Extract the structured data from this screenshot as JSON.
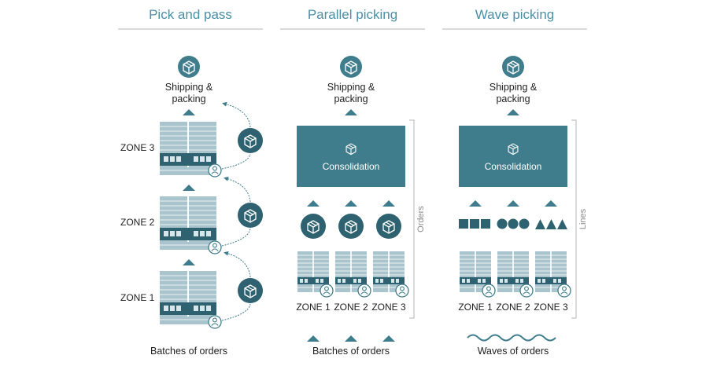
{
  "colors": {
    "accent": "#3f7d8c",
    "dark": "#2f6270",
    "title": "#4a8fa6",
    "rack_light": "#a9c4cc",
    "rule": "#b5b5b5"
  },
  "columns": [
    {
      "title": "Pick and pass",
      "shipping": [
        "Shipping &",
        "packing"
      ],
      "zones": [
        "ZONE 3",
        "ZONE 2",
        "ZONE 1"
      ],
      "footer": "Batches of orders"
    },
    {
      "title": "Parallel picking",
      "shipping": [
        "Shipping &",
        "packing"
      ],
      "consolidation": "Consolidation",
      "zones": [
        "ZONE 1",
        "ZONE 2",
        "ZONE 3"
      ],
      "side_label": "Orders",
      "footer": "Batches of orders"
    },
    {
      "title": "Wave picking",
      "shipping": [
        "Shipping &",
        "packing"
      ],
      "consolidation": "Consolidation",
      "zones": [
        "ZONE 1",
        "ZONE 2",
        "ZONE 3"
      ],
      "side_label": "Lines",
      "footer": "Waves of orders",
      "line_shapes": [
        "square",
        "circle",
        "triangle"
      ]
    }
  ],
  "icons": [
    "box-icon",
    "picker-icon",
    "arrow-up-icon",
    "curved-arrow-icon",
    "wave-icon"
  ]
}
